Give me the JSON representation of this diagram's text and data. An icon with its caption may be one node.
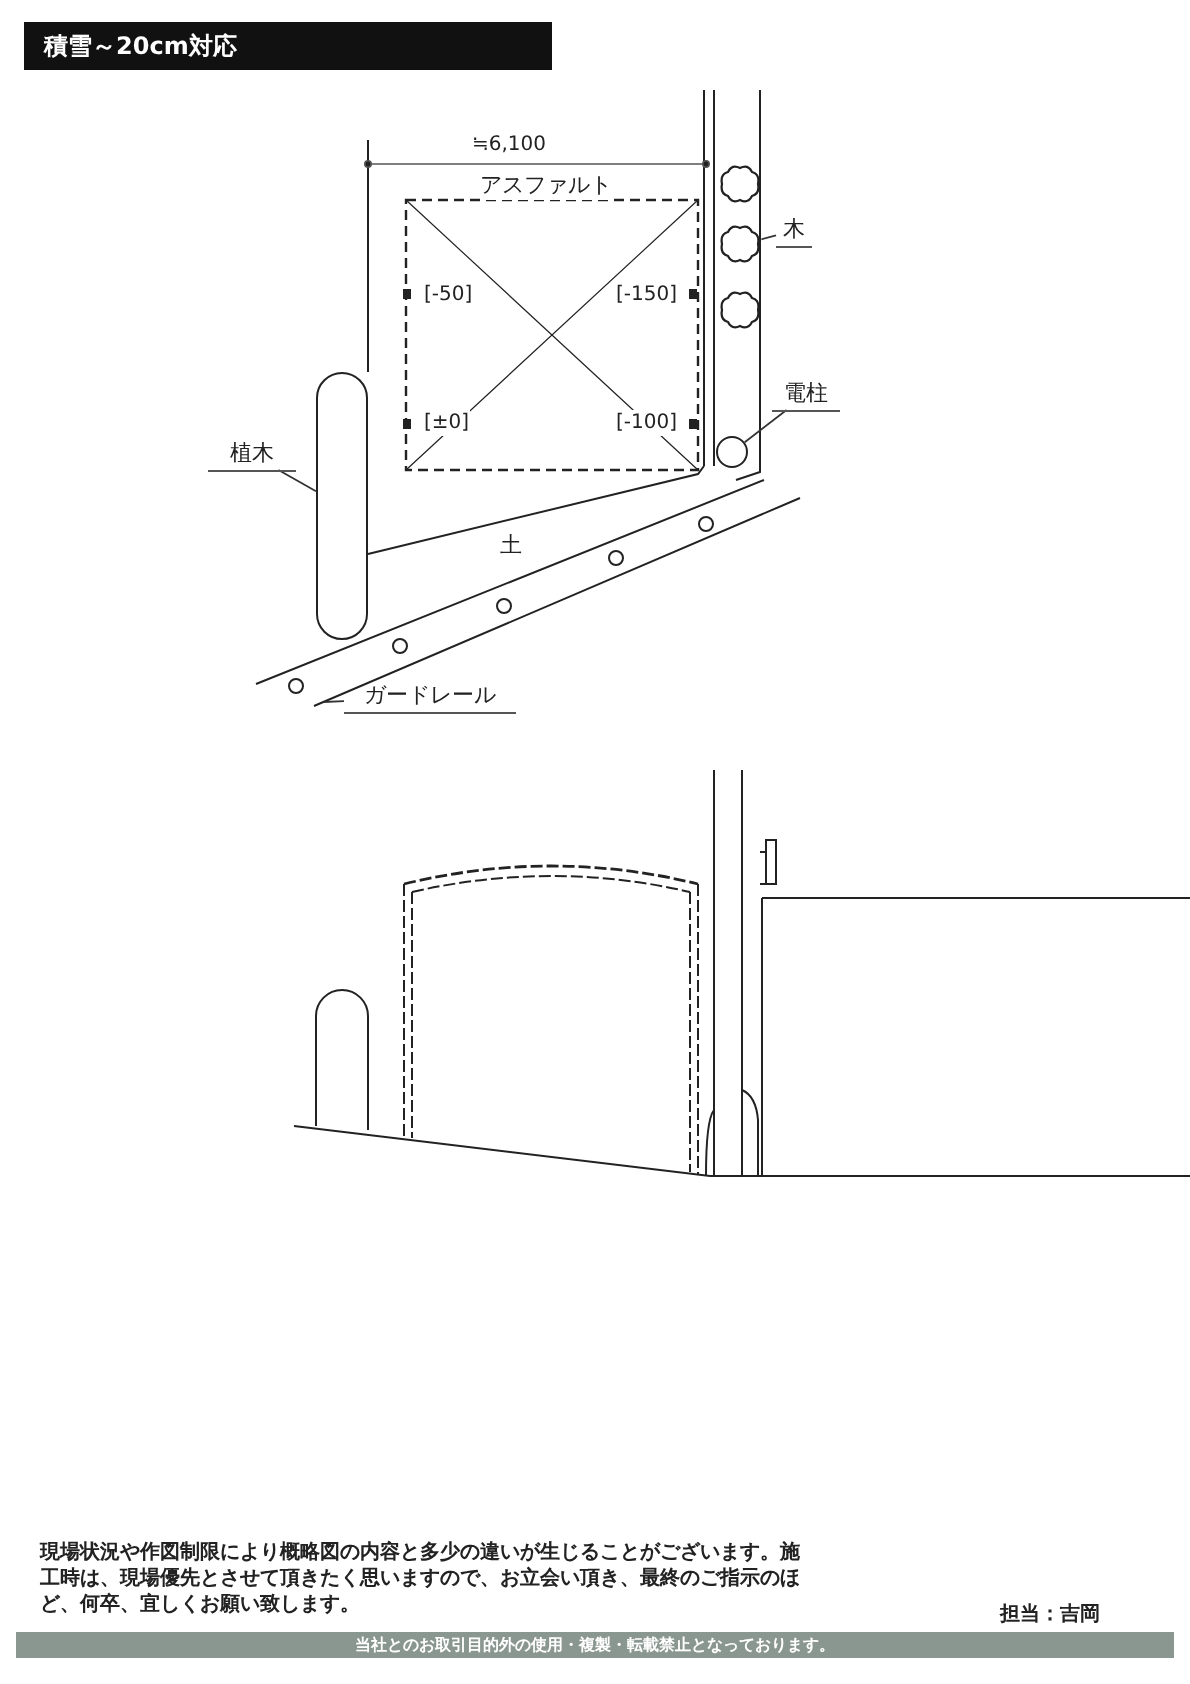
{
  "diagram": {
    "title": "積雪～20cm対応",
    "nodes": [
      {
        "text": [
          "植木"
        ]
      },
      {
        "text": [],
        "shape": "box"
      },
      {
        "text": [
          "木"
        ]
      },
      {
        "text": [],
        "shape": "cloud"
      },
      {
        "text": [
          "電柱"
        ]
      },
      {
        "text": [],
        "shape": "circle"
      },
      {
        "text": [
          "ガードレール"
        ]
      }
    ],
    "edges": [
      {
        "from": 0,
        "to": 1,
        "arrow": "none"
      },
      {
        "from": 2,
        "to": 3,
        "arrow": "none"
      },
      {
        "from": 4,
        "to": 5,
        "arrow": "none"
      },
      {
        "from": 6,
        "to": null,
        "arrow": "none"
      }
    ],
    "labels": [
      "≒6,100",
      "アスファルト",
      "[-50]",
      "[-150]",
      "[±0]",
      "[-100]",
      "土",
      "現場状況や作図制限により概略図の内容と多少の違いが生じることがございます。施工時は、現場優先とさせて頂きたく思いますので、お立会い頂き、最終のご指示のほど、何卒、宜しくお願い致します。",
      "担当：吉岡",
      "当社とのお取引目的外の使用・複製・転載禁止となっております。"
    ]
  }
}
